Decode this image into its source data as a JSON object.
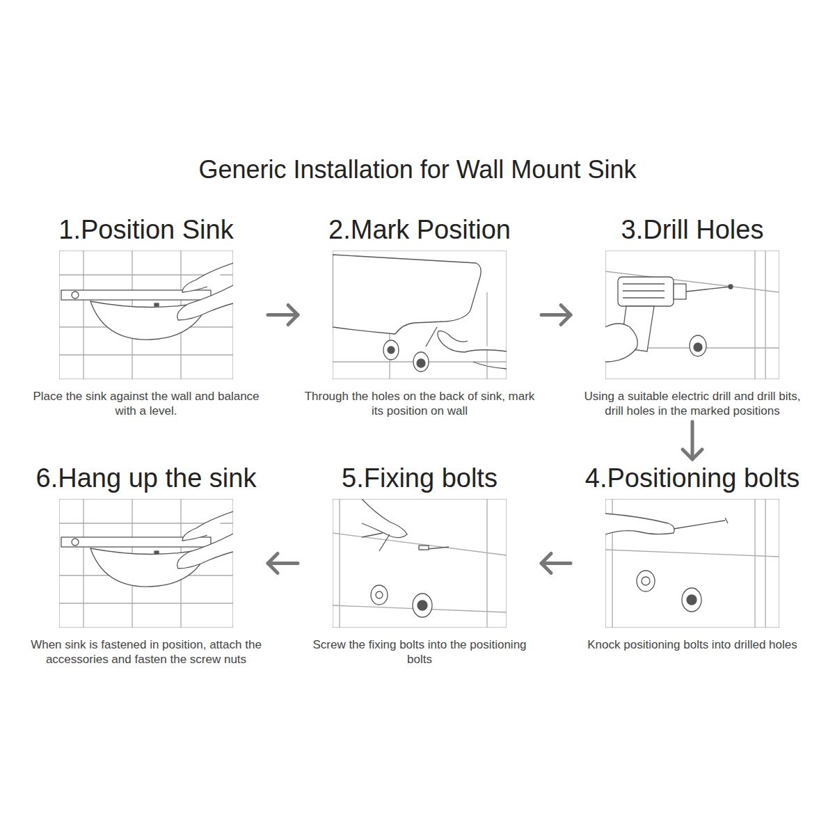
{
  "diagram": {
    "title": "Generic Installation for Wall Mount Sink",
    "nodes": [
      {
        "text": [
          "1.Position Sink",
          "Place the sink against the wall and balance with a level."
        ]
      },
      {
        "text": [
          "2.Mark Position",
          "Through the holes on the back of sink, mark its position on wall"
        ]
      },
      {
        "text": [
          "3.Drill Holes",
          "Using a suitable electric drill and drill bits, drill holes in the marked positions"
        ]
      },
      {
        "text": [
          "4.Positioning bolts",
          "Knock positioning bolts into drilled holes"
        ]
      },
      {
        "text": [
          "5.Fixing bolts",
          "Screw the fixing bolts into the positioning bolts"
        ]
      },
      {
        "text": [
          "6.Hang up the sink",
          "When sink is fastened in position, attach the accessories and fasten the screw nuts"
        ]
      }
    ],
    "edges": [
      {
        "from": 0,
        "to": 1,
        "arrow": "to"
      },
      {
        "from": 1,
        "to": 2,
        "arrow": "to"
      },
      {
        "from": 2,
        "to": 3,
        "arrow": "to"
      },
      {
        "from": 3,
        "to": 4,
        "arrow": "to"
      },
      {
        "from": 4,
        "to": 5,
        "arrow": "to"
      }
    ]
  }
}
